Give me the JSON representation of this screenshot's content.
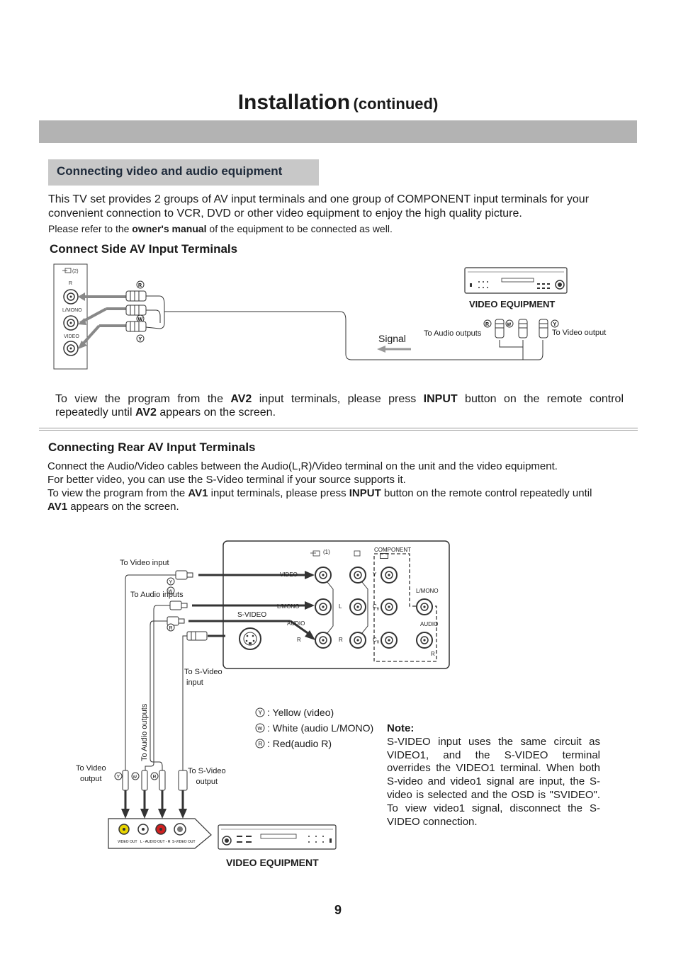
{
  "header": {
    "title_main": "Installation",
    "title_sub": "(continued)"
  },
  "section": {
    "title": "Connecting video and audio equipment",
    "intro_line1": "This TV set provides 2 groups of AV input terminals and one group of COMPONENT input terminals for your",
    "intro_line2": "convenient connection to VCR, DVD or other video equipment to enjoy the high quality picture.",
    "intro_line3_a": "Please refer to the ",
    "intro_line3_b": "owner's manual",
    "intro_line3_c": " of the equipment to be connected as well."
  },
  "side_av": {
    "heading": "Connect Side AV Input Terminals",
    "panel_label": "(2)",
    "panel_r": "R",
    "panel_lmono": "L/MONO",
    "panel_video": "VIDEO",
    "equipment_label": "VIDEO EQUIPMENT",
    "signal_label": "Signal",
    "to_audio_outputs": "To Audio outputs",
    "to_video_output": "To Video output",
    "instr_a": "To view the program from the ",
    "instr_b": "AV2",
    "instr_c": " input terminals, please press ",
    "instr_d": "INPUT",
    "instr_e": " button on the remote control",
    "instr2_a": "repeatedly until ",
    "instr2_b": "AV2",
    "instr2_c": " appears on the screen."
  },
  "rear_av": {
    "heading": "Connecting Rear AV Input Terminals",
    "line1": "Connect the Audio/Video cables between the Audio(L,R)/Video terminal on the unit and the video equipment.",
    "line2": "For better video, you can use the S-Video terminal if your source supports it.",
    "line3_a": "To view the program from the ",
    "line3_b": "AV1",
    "line3_c": " input terminals, please press ",
    "line3_d": "INPUT",
    "line3_e": " button on the remote control repeatedly until",
    "line4_a": "AV1",
    "line4_b": " appears on the screen."
  },
  "rear_diagram": {
    "to_video_input": "To Video input",
    "to_audio_inputs": "To Audio inputs",
    "to_svideo_input_1": "To S-Video",
    "to_svideo_input_2": "input",
    "to_audio_outputs": "To Audio outputs",
    "to_video_output_1": "To Video",
    "to_video_output_2": "output",
    "to_svideo_output_1": "To S-Video",
    "to_svideo_output_2": "output",
    "panel_input": "(1)",
    "panel_component": "COMPONENT",
    "panel_video": "VIDEO",
    "panel_svideo": "S-VIDEO",
    "panel_lmono": "L/MONO",
    "panel_audio": "AUDIO",
    "panel_r": "R",
    "panel_l": "L",
    "panel_y": "Y",
    "panel_cb": "C",
    "panel_cr": "C",
    "panel_lmono2": "L/MONO",
    "panel_audio2": "AUDIO",
    "equipment_label": "VIDEO EQUIPMENT",
    "equip_video_out": "VIDEO OUT",
    "equip_audio_out": "L - AUDIO OUT - R",
    "equip_svideo_out": "S-VIDEO OUT"
  },
  "legend": {
    "y_text": ": Yellow (video)",
    "w_text": ": White (audio L/MONO)",
    "r_text": ": Red(audio R)"
  },
  "note": {
    "title": "Note:",
    "body": "S-VIDEO input uses the same circuit as VIDEO1, and the S-VIDEO terminal overrides the VIDEO1 terminal. When both S-video and video1 signal are input, the S-video is selected and the OSD is \"SVIDEO\". To view video1 signal, disconnect the S-VIDEO connection."
  },
  "footer": {
    "page_number": "9"
  }
}
